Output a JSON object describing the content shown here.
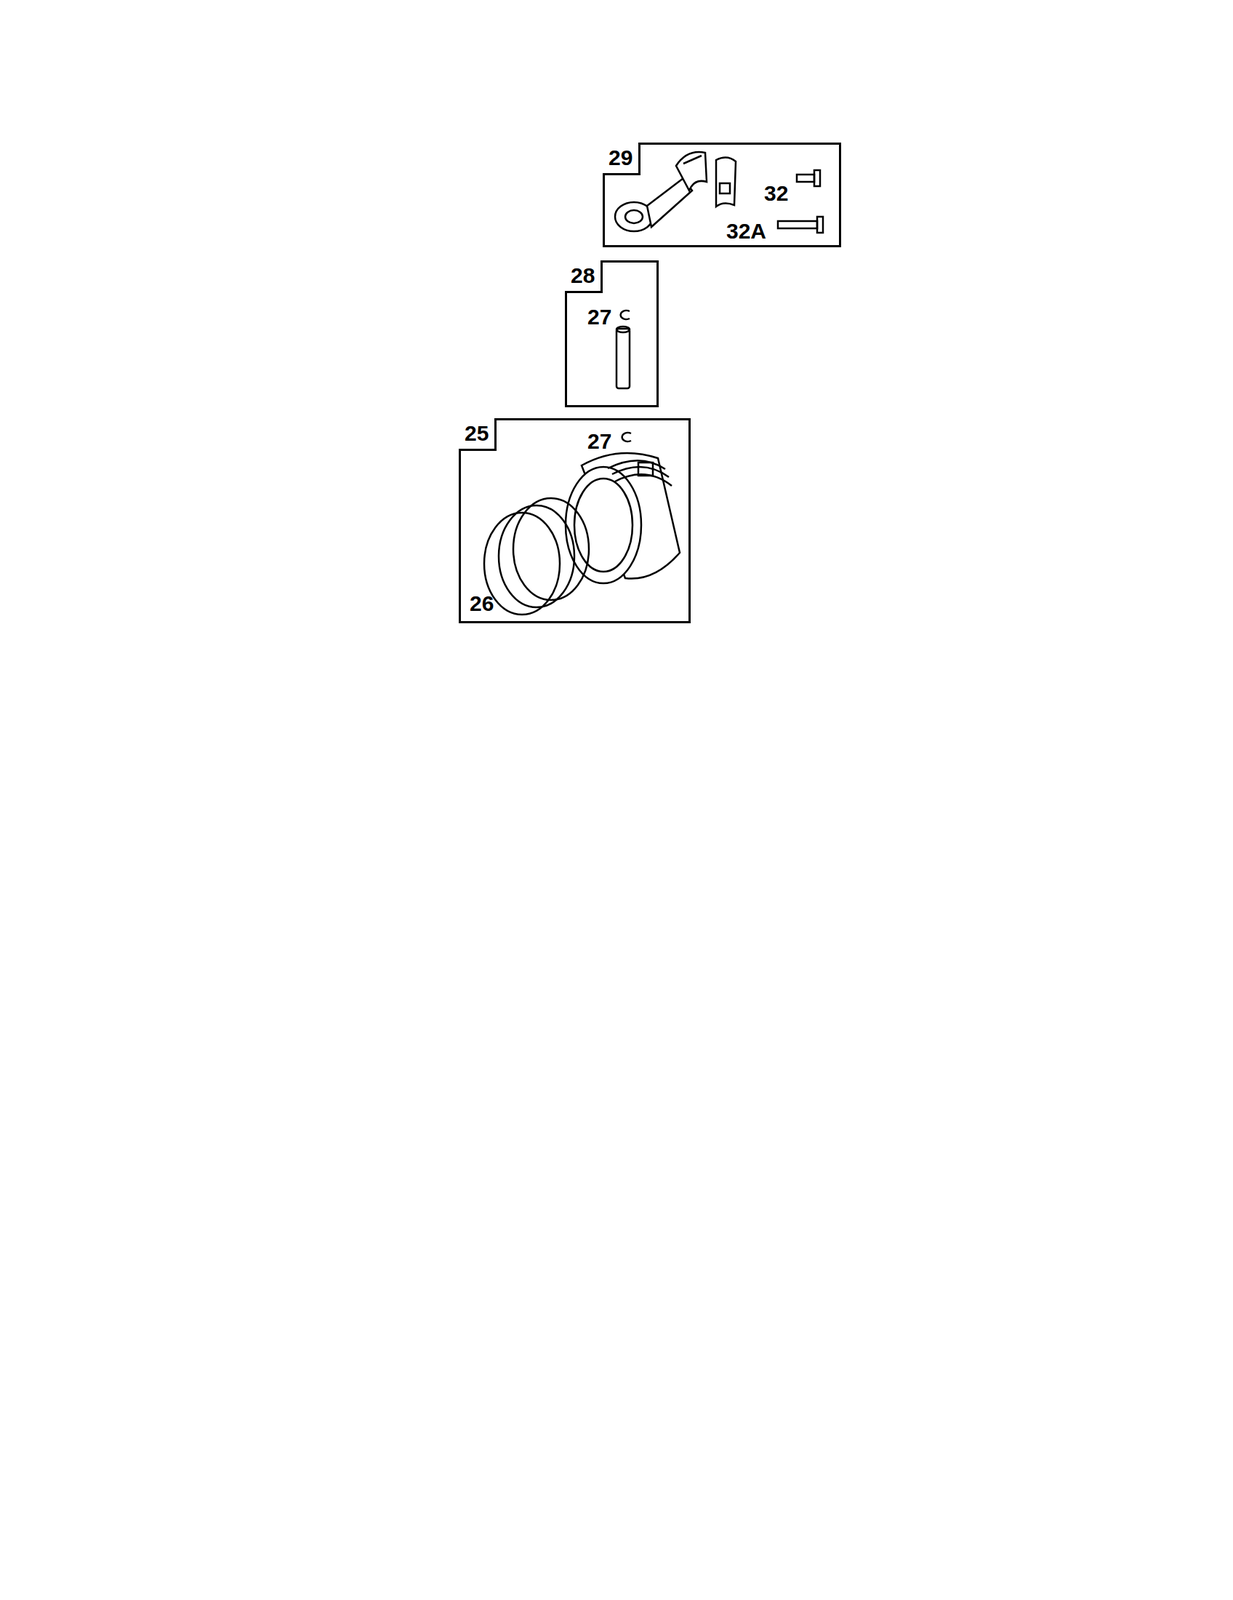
{
  "diagram": {
    "nodes": [
      {
        "text": [
          "29",
          "32",
          "32A"
        ]
      },
      {
        "text": [
          "28",
          "27"
        ]
      },
      {
        "text": [
          "25",
          "27",
          "26"
        ]
      }
    ]
  }
}
